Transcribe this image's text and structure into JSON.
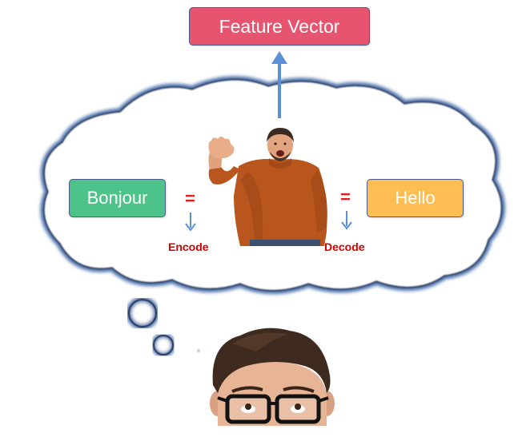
{
  "diagram": {
    "top_box": {
      "label": "Feature Vector",
      "color": "#e65470"
    },
    "left_box": {
      "label": "Bonjour",
      "color": "#4dc389"
    },
    "right_box": {
      "label": "Hello",
      "color": "#ffbd52"
    },
    "left_symbol": "=",
    "right_symbol": "=",
    "left_step": "Encode",
    "right_step": "Decode",
    "arrow_color": "#5b8fd6",
    "step_color": "#d40000"
  }
}
